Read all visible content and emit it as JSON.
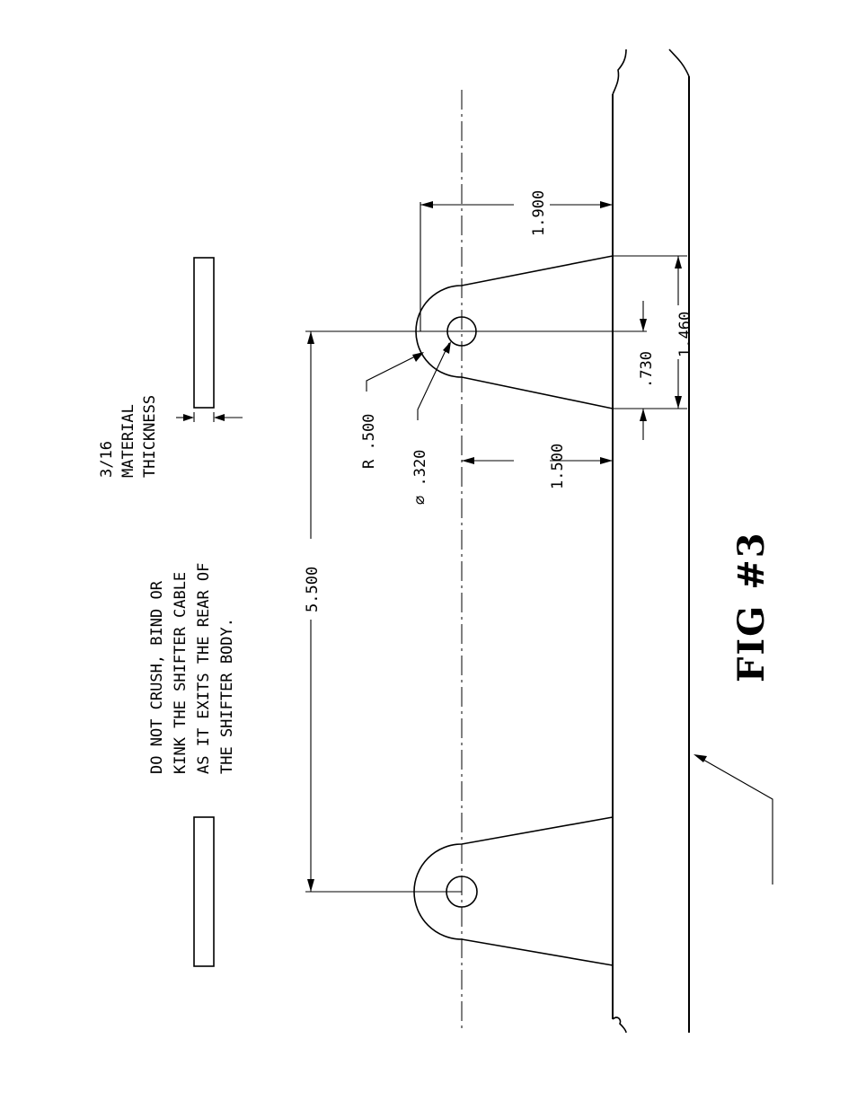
{
  "figure_label": "FIG #3",
  "note": {
    "lines": [
      "DO NOT CRUSH, BIND OR",
      "KINK THE SHIFTER CABLE",
      "AS IT EXITS THE REAR OF",
      "THE SHIFTER BODY."
    ]
  },
  "thickness_note": {
    "lines": [
      "3/16",
      "MATERIAL",
      "THICKNESS"
    ]
  },
  "dimensions": {
    "spacing": "5.500",
    "height_to_edge": "1.900",
    "width_base": "1.460",
    "half_width": ".730",
    "hole_height": "1.500",
    "radius": "R .500",
    "hole_diameter": "⌀ .320"
  }
}
